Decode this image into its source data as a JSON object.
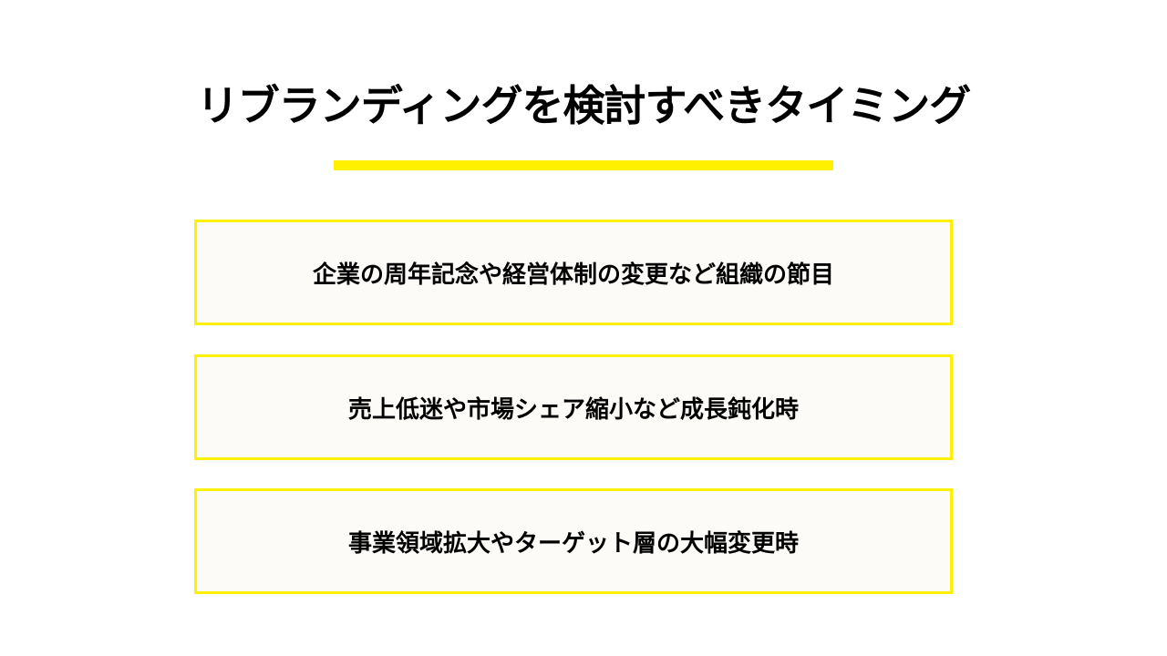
{
  "title": "リブランディングを検討すべきタイミング",
  "colors": {
    "accent": "#fff000",
    "box_bg": "#fdfbf8"
  },
  "items": [
    {
      "text": "企業の周年記念や経営体制の変更など組織の節目"
    },
    {
      "text": "売上低迷や市場シェア縮小など成長鈍化時"
    },
    {
      "text": "事業領域拡大やターゲット層の大幅変更時"
    }
  ]
}
